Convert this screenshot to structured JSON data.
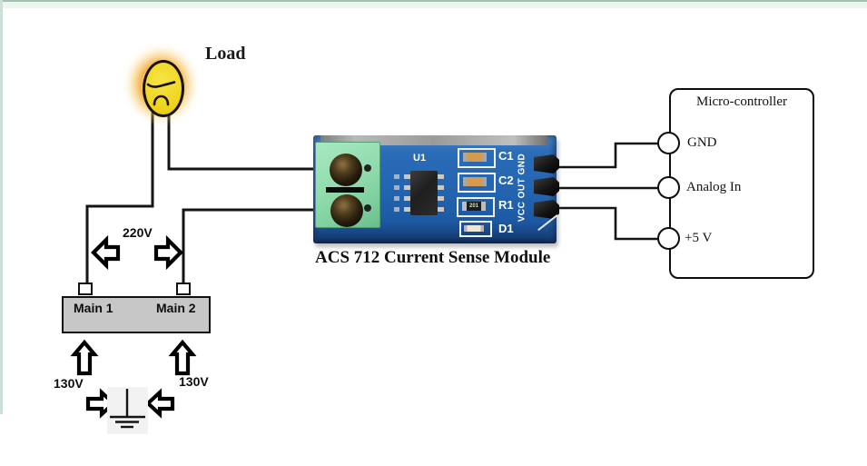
{
  "diagram": {
    "load_label": "Load",
    "module_caption": "ACS 712 Current Sense Module",
    "voltage_main": "220V",
    "voltage_leg1": "130V",
    "voltage_leg2": "130V",
    "main1_label": "Main 1",
    "main2_label": "Main 2"
  },
  "module": {
    "ic_label": "U1",
    "r1_value": "201",
    "pin_header_label": "VCC OUT GND",
    "components": [
      "C1",
      "C2",
      "R1",
      "D1"
    ]
  },
  "microcontroller": {
    "title": "Micro-controller",
    "pins": [
      {
        "label": "GND"
      },
      {
        "label": "Analog In"
      },
      {
        "label": "+5 V"
      }
    ]
  },
  "colors": {
    "pcb_blue": "#2264b0",
    "terminal_green": "#92dcae",
    "bulb_yellow": "#f1d724",
    "glow_orange": "#f4a01e",
    "mains_gray": "#c7c7c7",
    "wire_black": "#141414",
    "page_border_green": "#9fc3b1"
  }
}
